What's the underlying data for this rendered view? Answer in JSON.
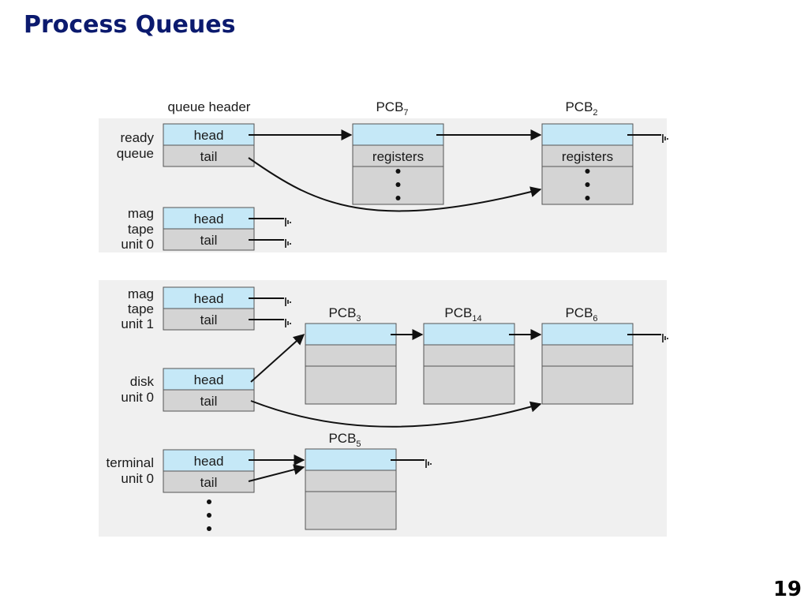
{
  "title": "Process Queues",
  "page_number": "19",
  "column_header": "queue header",
  "cell_labels": {
    "head": "head",
    "tail": "tail",
    "registers": "registers"
  },
  "pcb_prefix": "PCB",
  "queues": [
    {
      "label": [
        "ready",
        "queue"
      ]
    },
    {
      "label": [
        "mag",
        "tape",
        "unit 0"
      ]
    },
    {
      "label": [
        "mag",
        "tape",
        "unit 1"
      ]
    },
    {
      "label": [
        "disk",
        "unit 0"
      ]
    },
    {
      "label": [
        "terminal",
        "unit 0"
      ]
    }
  ],
  "pcbs": [
    {
      "id": "7"
    },
    {
      "id": "2"
    },
    {
      "id": "3"
    },
    {
      "id": "14"
    },
    {
      "id": "6"
    },
    {
      "id": "5"
    }
  ],
  "colors": {
    "title": "#0b1a6e",
    "header_cell": "#c5e8f7",
    "body_cell": "#d4d4d4",
    "panel": "#f0f0f0",
    "border": "#555555"
  }
}
